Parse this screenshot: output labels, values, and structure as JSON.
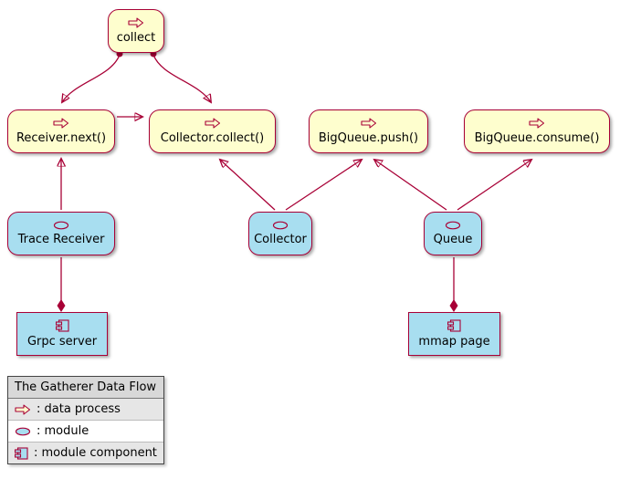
{
  "diagram": {
    "nodes": {
      "collect": {
        "label": "collect",
        "type": "process"
      },
      "receiver_next": {
        "label": "Receiver.next()",
        "type": "process"
      },
      "collector_collect": {
        "label": "Collector.collect()",
        "type": "process"
      },
      "bigqueue_push": {
        "label": "BigQueue.push()",
        "type": "process"
      },
      "bigqueue_consume": {
        "label": "BigQueue.consume()",
        "type": "process"
      },
      "trace_receiver": {
        "label": "Trace Receiver",
        "type": "module"
      },
      "collector": {
        "label": "Collector",
        "type": "module"
      },
      "queue": {
        "label": "Queue",
        "type": "module"
      },
      "grpc_server": {
        "label": "Grpc server",
        "type": "component"
      },
      "mmap_page": {
        "label": "mmap page",
        "type": "component"
      }
    },
    "edges": [
      {
        "from": "collect",
        "to": "Receiver.next()",
        "style": "arrow-with-dot-at-source"
      },
      {
        "from": "collect",
        "to": "Collector.collect()",
        "style": "arrow-with-dot-at-source"
      },
      {
        "from": "Receiver.next()",
        "to": "Collector.collect()",
        "style": "arrow"
      },
      {
        "from": "Trace Receiver",
        "to": "Receiver.next()",
        "style": "arrow"
      },
      {
        "from": "Collector",
        "to": "Collector.collect()",
        "style": "arrow"
      },
      {
        "from": "Collector",
        "to": "BigQueue.push()",
        "style": "arrow"
      },
      {
        "from": "Queue",
        "to": "BigQueue.push()",
        "style": "arrow"
      },
      {
        "from": "Queue",
        "to": "BigQueue.consume()",
        "style": "arrow"
      },
      {
        "from": "Trace Receiver",
        "to": "Grpc server",
        "style": "composition-diamond"
      },
      {
        "from": "Queue",
        "to": "mmap page",
        "style": "composition-diamond"
      }
    ],
    "legend": {
      "title": "The Gatherer Data Flow",
      "items": [
        {
          "icon": "data-process-icon",
          "label": ": data process"
        },
        {
          "icon": "module-icon",
          "label": ": module"
        },
        {
          "icon": "module-component-icon",
          "label": ": module component"
        }
      ]
    },
    "colors": {
      "process_fill": "#FEFECE",
      "module_fill": "#A8DEF0",
      "border": "#A80036",
      "edge": "#A80036",
      "legend_header_bg": "#D8D8D8",
      "legend_stripe_bg": "#E6E6E6"
    }
  }
}
